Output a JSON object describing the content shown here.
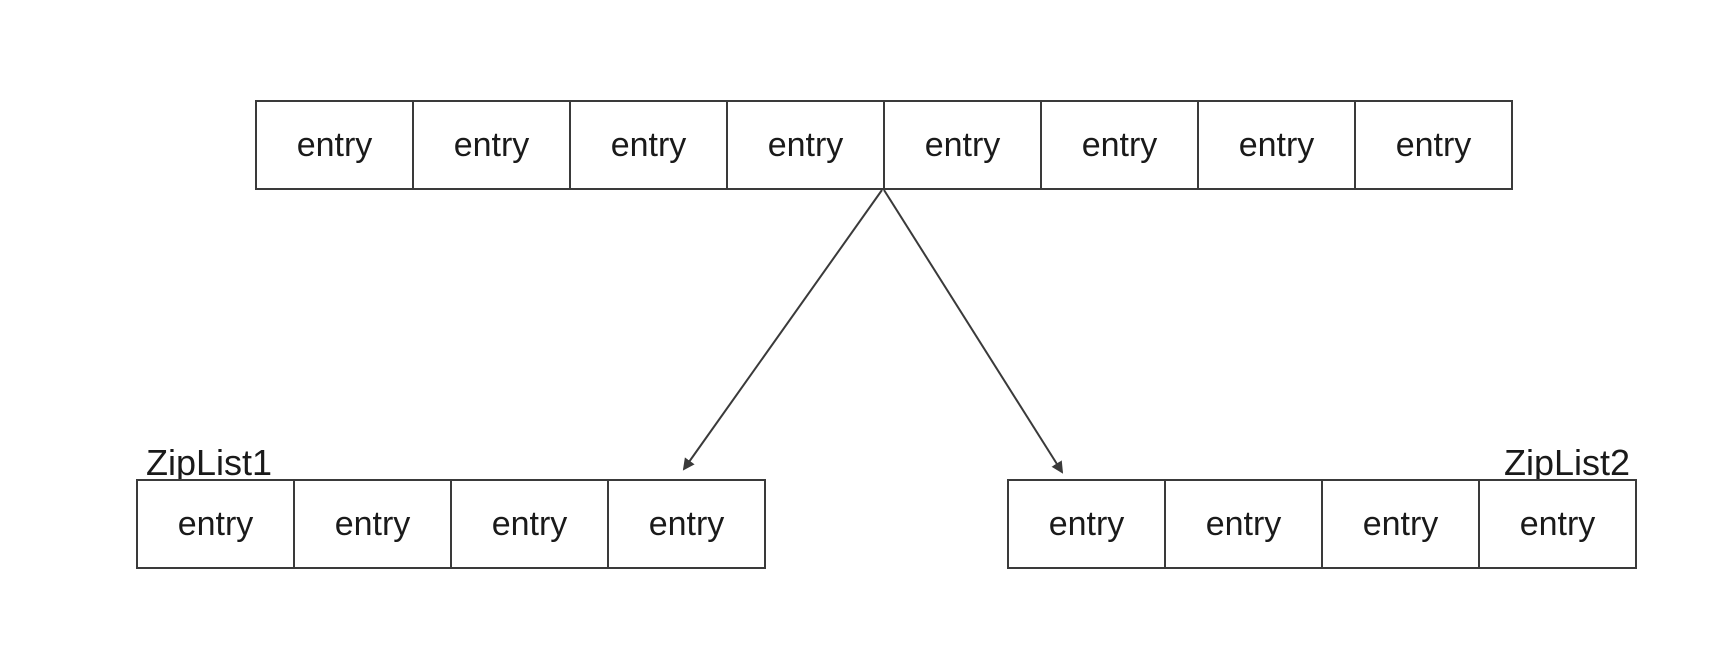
{
  "top_list": {
    "entries": [
      "entry",
      "entry",
      "entry",
      "entry",
      "entry",
      "entry",
      "entry",
      "entry"
    ]
  },
  "ziplist1": {
    "label": "ZipList1",
    "entries": [
      "entry",
      "entry",
      "entry",
      "entry"
    ]
  },
  "ziplist2": {
    "label": "ZipList2",
    "entries": [
      "entry",
      "entry",
      "entry",
      "entry"
    ]
  },
  "colors": {
    "stroke": "#3a3a3a",
    "text": "#1a1a1a",
    "background": "#ffffff"
  }
}
